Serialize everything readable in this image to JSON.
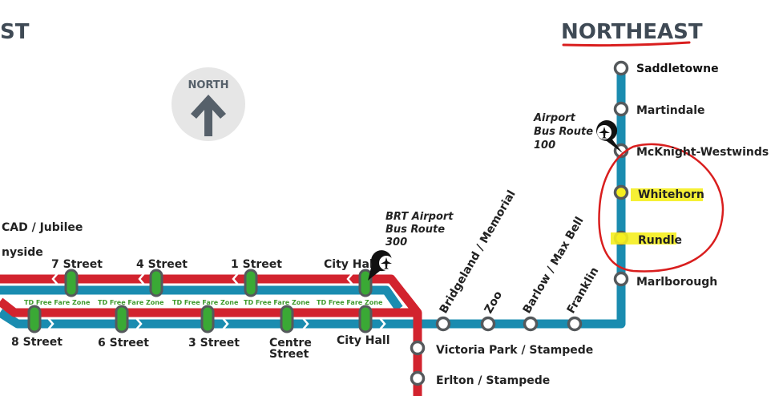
{
  "regions": {
    "left_partial": "ST",
    "northeast": "NORTHEAST"
  },
  "compass": {
    "label": "NORTH"
  },
  "colors": {
    "red_line": "#d2232e",
    "blue_line": "#1a8cb0",
    "station_ring": "#55595c",
    "downtown_station": "#3aa935",
    "annotation": "#d91e1e",
    "highlight": "#f5ee1f",
    "compass_bg": "#e6e6e6",
    "compass_fg": "#56606a"
  },
  "fare_zone_label": "TD Free Fare Zone",
  "bus": {
    "brt": {
      "line1": "BRT Airport",
      "line2": "Bus Route",
      "line3": "300"
    },
    "airport": {
      "line1": "Airport",
      "line2": "Bus Route",
      "line3": "100"
    }
  },
  "stations": {
    "left_top_a": "CAD / Jubilee",
    "left_top_b": "nysidе",
    "seven_street": "7 Street",
    "four_street": "4 Street",
    "one_street": "1 Street",
    "city_hall_wb": "City Hall",
    "eight_street": "8 Street",
    "six_street": "6 Street",
    "three_street": "3 Street",
    "centre_street_1": "Centre",
    "centre_street_2": "Street",
    "city_hall_eb": "City Hall",
    "bridgeland": "Bridgeland / Memorial",
    "zoo": "Zoo",
    "barlow": "Barlow / Max Bell",
    "franklin": "Franklin",
    "marlborough": "Marlborough",
    "rundle": "Rundle",
    "whitehorn": "Whitehorn",
    "mcknight": "McKnight-Westwinds",
    "martindale": "Martindale",
    "saddletowne": "Saddletowne",
    "victoria_park": "Victoria Park / Stampede",
    "erlton": "Erlton / Stampede"
  }
}
